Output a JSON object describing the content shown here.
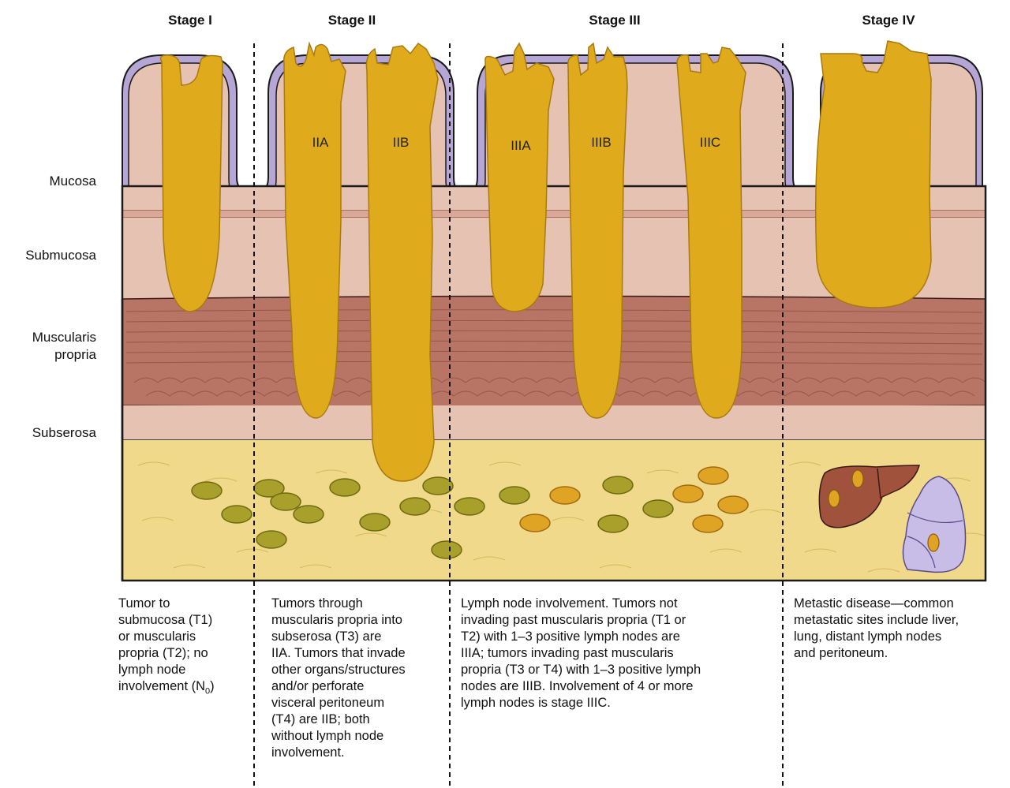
{
  "stages": [
    {
      "title": "Stage I"
    },
    {
      "title": "Stage II"
    },
    {
      "title": "Stage III"
    },
    {
      "title": "Stage IV"
    }
  ],
  "layers": {
    "mucosa": "Mucosa",
    "submucosa": "Submucosa",
    "muscularis_line1": "Muscularis",
    "muscularis_line2": "propria",
    "subserosa": "Subserosa"
  },
  "tumor_labels": [
    "IIA",
    "IIB",
    "IIIA",
    "IIIB",
    "IIIC"
  ],
  "descriptions": {
    "stage1": {
      "lines": [
        "Tumor to",
        "submucosa (T1)",
        "or muscularis",
        "propria (T2); no",
        "lymph node"
      ],
      "last_prefix": "involvement (N",
      "last_sub": "0",
      "last_suffix": ")"
    },
    "stage2": [
      "Tumors through",
      "muscularis propria into",
      "subserosa (T3) are",
      "IIA. Tumors that invade",
      "other organs/structures",
      "and/or perforate",
      "visceral peritoneum",
      "(T4) are IIB; both",
      "without lymph node",
      "involvement."
    ],
    "stage3": [
      "Lymph node involvement. Tumors not",
      "invading past muscularis propria (T1 or",
      "T2) with 1–3 positive lymph nodes are",
      "IIIA; tumors invading past muscularis",
      "propria (T3 or T4) with 1–3 positive lymph",
      "nodes are IIIB. Involvement of 4 or more",
      "lymph nodes is stage IIIC."
    ],
    "stage4": [
      "Metastic disease—common",
      "metastatic sites include liver,",
      "lung, distant lymph nodes",
      "and peritoneum."
    ]
  },
  "colors": {
    "tumor": "#dfab1c",
    "tumor_outline": "#a87a10",
    "mucosa": "#e6c2b3",
    "epithelium": "#b6a6d6",
    "muscle": "#b87464",
    "fat": "#f0d98a",
    "node_benign": "#a9a02c",
    "node_positive": "#e0a424",
    "liver": "#a0523c",
    "lung": "#c8bde6"
  }
}
